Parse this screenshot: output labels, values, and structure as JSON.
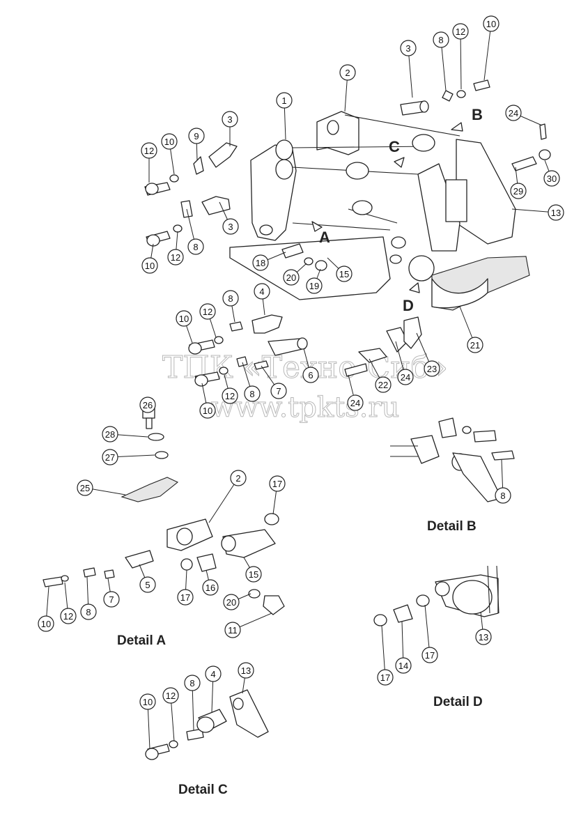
{
  "watermark": {
    "line1": "ТПК «Техно-Сиб»",
    "line2": "www.tpkts.ru"
  },
  "view_arrows": [
    "A",
    "B",
    "C",
    "D"
  ],
  "detail_titles": {
    "a": "Detail A",
    "b": "Detail B",
    "c": "Detail C",
    "d": "Detail D"
  },
  "main_view": {
    "callouts": [
      "1",
      "2",
      "3",
      "3",
      "8",
      "12",
      "10",
      "10",
      "12",
      "9",
      "3",
      "8",
      "12",
      "10",
      "24",
      "29",
      "30",
      "13",
      "18",
      "20",
      "19",
      "15",
      "4",
      "8",
      "12",
      "10",
      "10",
      "12",
      "8",
      "7",
      "6",
      "24",
      "22",
      "24",
      "23",
      "21"
    ]
  },
  "detail_a": {
    "callouts": [
      "26",
      "28",
      "27",
      "25",
      "2",
      "17",
      "5",
      "17",
      "16",
      "15",
      "20",
      "11",
      "10",
      "12",
      "8",
      "7"
    ]
  },
  "detail_b": {
    "callouts": [
      "8"
    ]
  },
  "detail_c": {
    "callouts": [
      "10",
      "12",
      "8",
      "4",
      "13"
    ]
  },
  "detail_d": {
    "callouts": [
      "17",
      "14",
      "17",
      "13"
    ]
  }
}
